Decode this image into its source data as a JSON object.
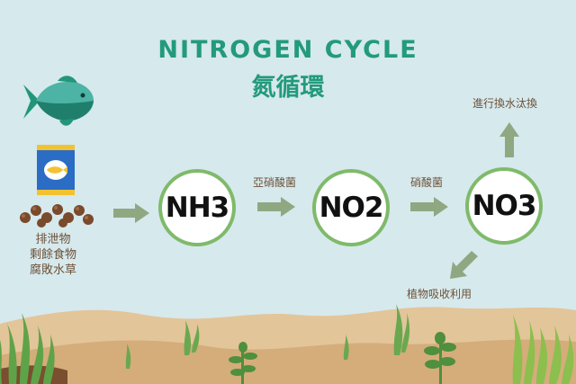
{
  "title": {
    "english": "NITROGEN CYCLE",
    "chinese": "氮循環"
  },
  "sources": {
    "lines": [
      "排泄物",
      "剩餘食物",
      "腐敗水草"
    ]
  },
  "nodes": [
    {
      "id": "nh3",
      "label": "NH3"
    },
    {
      "id": "no2",
      "label": "NO2"
    },
    {
      "id": "no3",
      "label": "NO3"
    }
  ],
  "edges": {
    "nh3_to_no2": "亞硝酸菌",
    "no2_to_no3": "硝酸菌",
    "no3_up": "進行換水汰換",
    "no3_down": "植物吸收利用"
  },
  "colors": {
    "background": "#d6e9ed",
    "title": "#239a7c",
    "node_ring": "#7fba6a",
    "arrow": "#8fa882",
    "label": "#6d5138",
    "sand": "#dcb888",
    "plant": "#6aa84f"
  }
}
